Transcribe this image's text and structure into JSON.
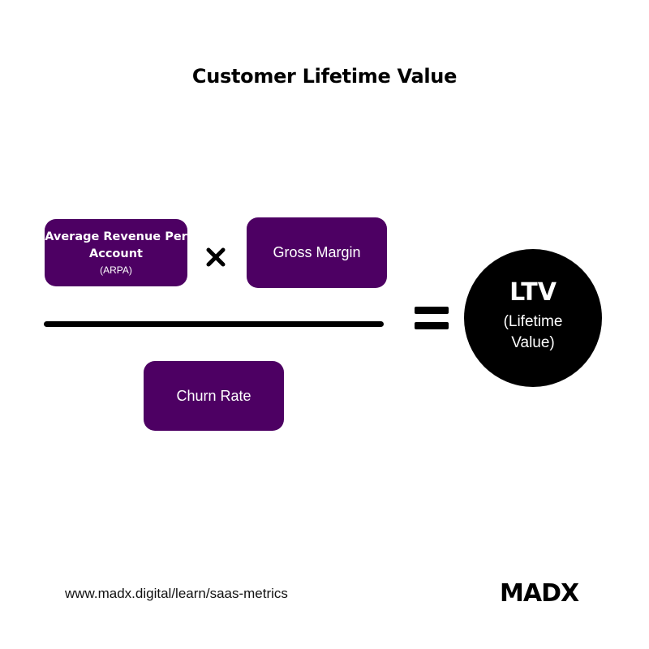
{
  "title": "Customer Lifetime Value",
  "formula": {
    "numerator": {
      "arpa": {
        "main": "Average Revenue Per Account",
        "sub": "(ARPA)"
      },
      "operator_icon": "multiply-icon",
      "gross_margin": "Gross Margin"
    },
    "denominator": {
      "churn_rate": "Churn Rate"
    },
    "equals_icon": "equals-icon",
    "result": {
      "title": "LTV",
      "subtitle": "(Lifetime Value)"
    }
  },
  "footer": {
    "url": "www.madx.digital/learn/saas-metrics",
    "logo": "MADX"
  },
  "colors": {
    "box_purple": "#4d0063",
    "dark": "#000000",
    "background": "#ffffff"
  }
}
